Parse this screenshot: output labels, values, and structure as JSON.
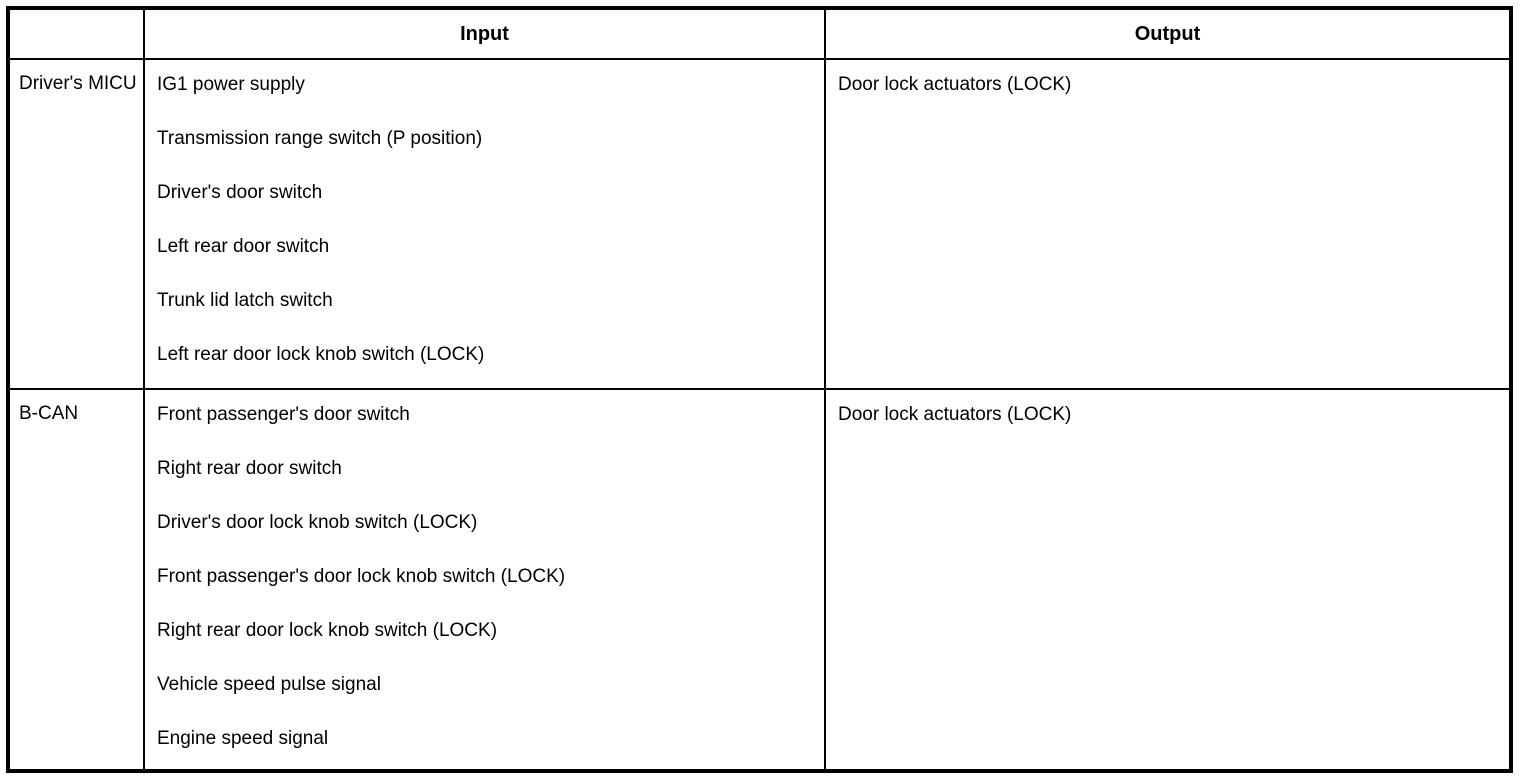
{
  "colors": {
    "background": "#ffffff",
    "border": "#000000",
    "text": "#000000"
  },
  "table": {
    "headers": {
      "source": "",
      "input": "Input",
      "output": "Output"
    },
    "rows": [
      {
        "source": "Driver's MICU",
        "inputs": [
          "IG1 power supply",
          "Transmission range switch (P position)",
          "Driver's door switch",
          "Left rear door switch",
          "Trunk lid latch switch",
          "Left rear door lock knob switch (LOCK)"
        ],
        "output": "Door lock actuators (LOCK)"
      },
      {
        "source": "B-CAN",
        "inputs": [
          "Front passenger's door switch",
          "Right rear door switch",
          "Driver's door lock knob switch (LOCK)",
          "Front passenger's door lock knob switch (LOCK)",
          "Right rear door lock knob switch (LOCK)",
          "Vehicle speed pulse signal",
          "Engine speed signal"
        ],
        "output": "Door lock actuators (LOCK)"
      }
    ]
  }
}
